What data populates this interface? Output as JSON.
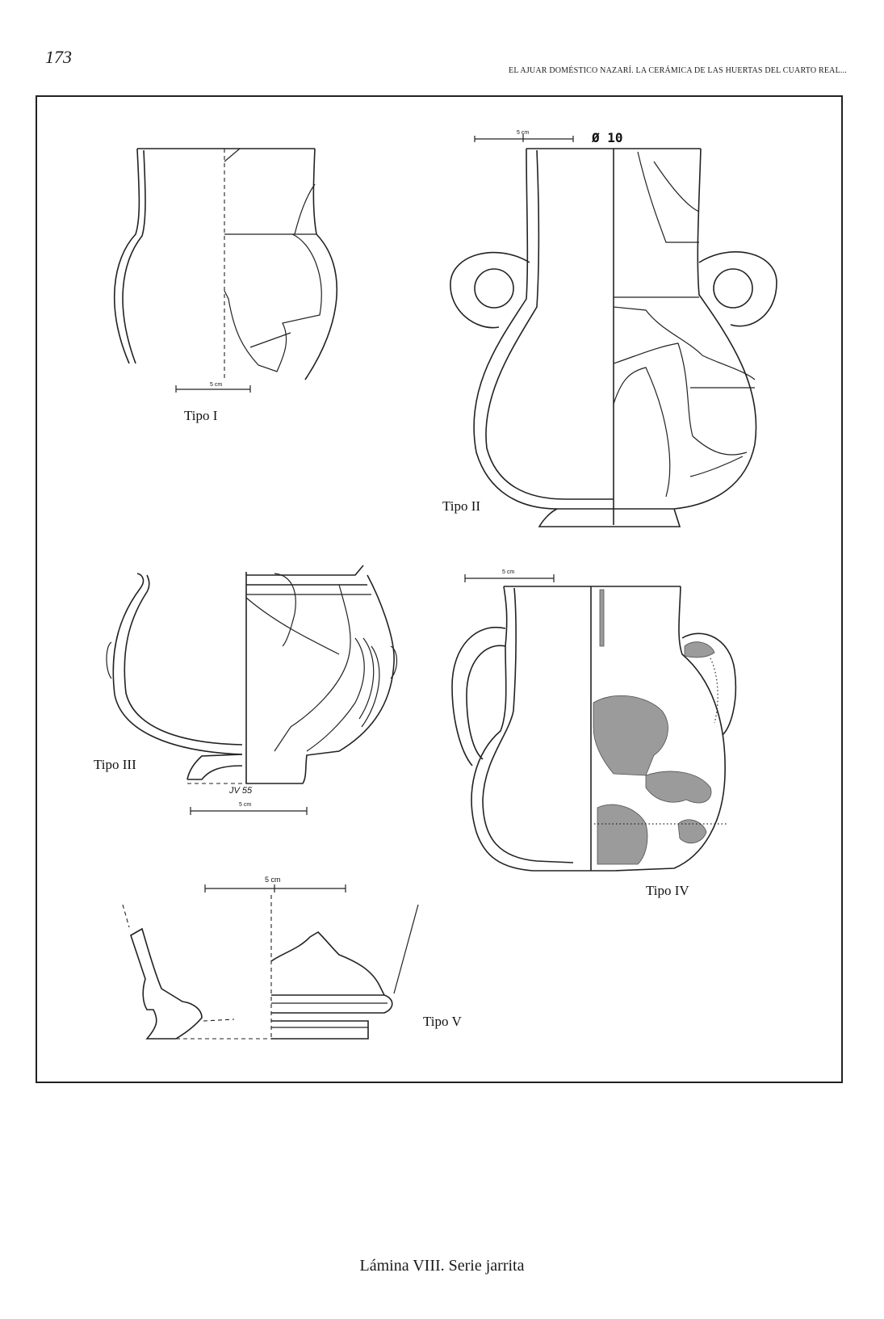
{
  "header": {
    "page_number": "173",
    "running_title": "EL AJUAR DOMÉSTICO NAZARÍ. LA CERÁMICA DE LAS HUERTAS DEL CUARTO REAL..."
  },
  "plate": {
    "figures": [
      {
        "label": "Tipo I",
        "scale_label": "5 cm"
      },
      {
        "label": "Tipo II",
        "scale_label": "5 cm",
        "diameter_label": "Ø 10"
      },
      {
        "label": "Tipo III",
        "scale_label": "5 cm",
        "inventory_label": "JV 55"
      },
      {
        "label": "Tipo IV",
        "scale_label": "5 cm"
      },
      {
        "label": "Tipo V",
        "scale_label": "5 cm"
      }
    ]
  },
  "caption": "Lámina VIII. Serie jarrita"
}
